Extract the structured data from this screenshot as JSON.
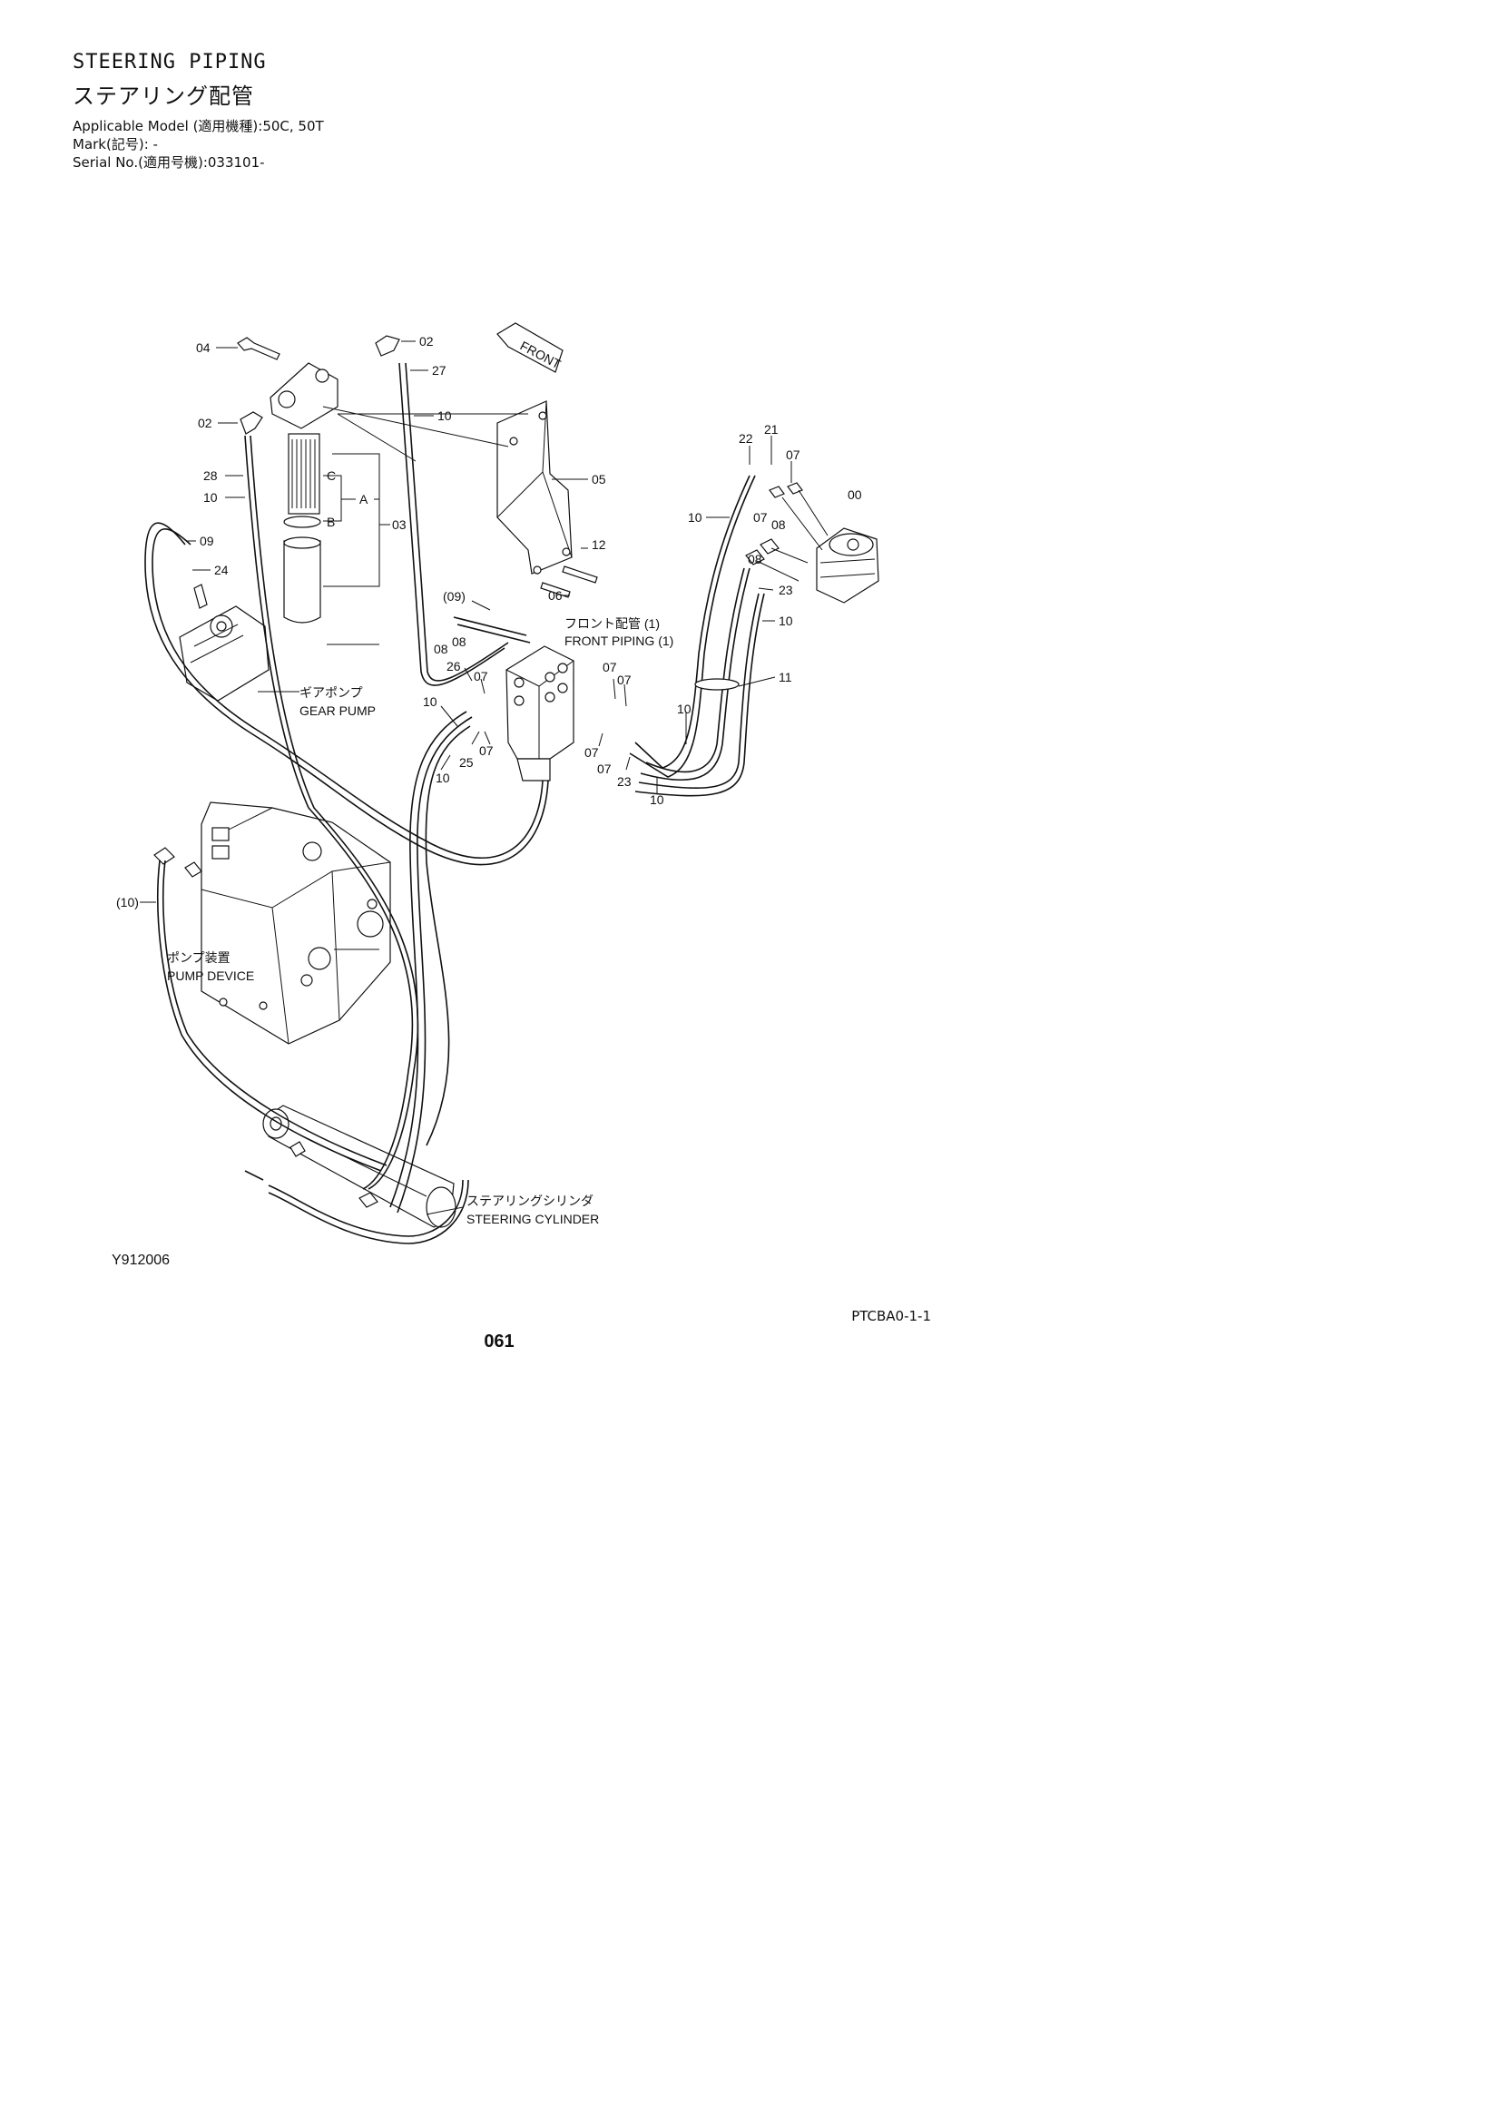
{
  "header": {
    "title_en": "STEERING PIPING",
    "title_jp": "ステアリング配管",
    "applicable_model": "Applicable Model (適用機種):50C, 50T",
    "mark": "Mark(記号): -",
    "serial_no": "Serial No.(適用号機):033101-"
  },
  "callouts": {
    "c04": "04",
    "c02a": "02",
    "c27": "27",
    "c10a": "10",
    "c02b": "02",
    "c28": "28",
    "c10b": "10",
    "cC": "C",
    "cA": "A",
    "cB": "B",
    "c03": "03",
    "c09": "09",
    "c24": "24",
    "c05": "05",
    "c12": "12",
    "c06": "06",
    "c22": "22",
    "c21": "21",
    "c07a": "07",
    "c00": "00",
    "c10c": "10",
    "c07b": "07",
    "c08a": "08",
    "c23a": "23",
    "c10d": "10",
    "c11": "11",
    "c09p": "(09)",
    "c08b": "08",
    "c08c": "08",
    "c26": "26",
    "c07c": "07",
    "c10e": "10",
    "c25": "25",
    "c07d": "07",
    "c10f": "10",
    "c07e": "07",
    "c07f": "07",
    "c07g": "07",
    "c07h": "07",
    "c23b": "23",
    "c10g": "10",
    "c10h": "10",
    "c10p": "(10)"
  },
  "labels": {
    "front": "FRONT",
    "front_piping_jp": "フロント配管 (1)",
    "front_piping_en": "FRONT PIPING (1)",
    "gear_pump_jp": "ギアポンプ",
    "gear_pump_en": "GEAR PUMP",
    "pump_device_jp": "ポンプ装置",
    "pump_device_en": "PUMP DEVICE",
    "steering_cyl_jp": "ステアリングシリンダ",
    "steering_cyl_en": "STEERING CYLINDER"
  },
  "footer": {
    "figure_id": "Y912006",
    "ref_code": "PTCBA0-1-1",
    "page": "061"
  }
}
